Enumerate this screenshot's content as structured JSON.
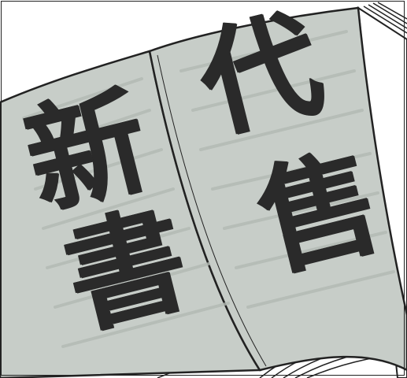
{
  "illustration": {
    "subject": "open-book-icon",
    "page_color": "#c7cdc8",
    "ink_color": "#2a2a2a",
    "paper_color": "#ffffff",
    "calligraphy": {
      "char_1": "新",
      "char_2": "書",
      "char_3": "代",
      "char_4": "售"
    }
  }
}
